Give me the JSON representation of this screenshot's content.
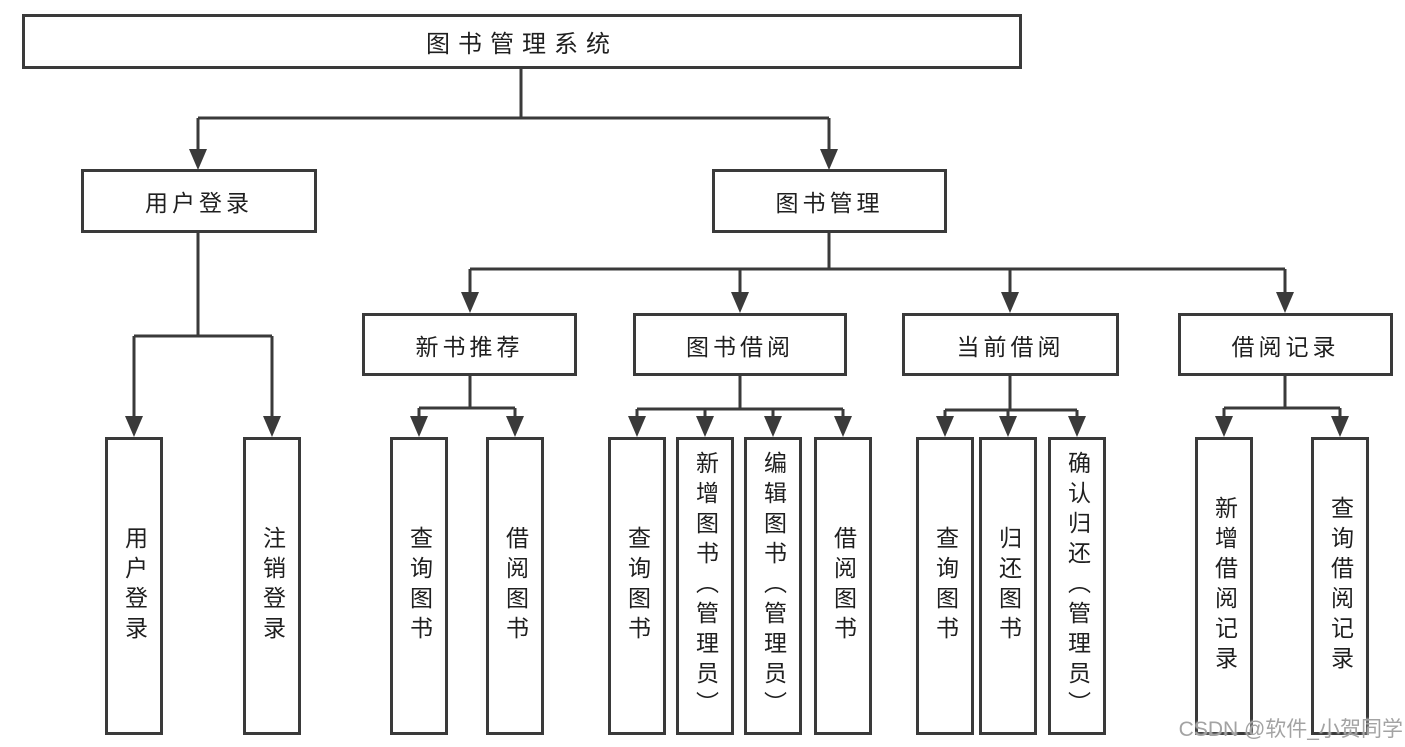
{
  "diagram": {
    "root": {
      "label": "图书管理系统"
    },
    "user_login": {
      "label": "用户登录",
      "children": {
        "login": {
          "label": "用户登录"
        },
        "logout": {
          "label": "注销登录"
        }
      }
    },
    "book_mgmt": {
      "label": "图书管理",
      "children": {
        "new_book_rec": {
          "label": "新书推荐",
          "children": {
            "query_books": {
              "label": "查询图书"
            },
            "borrow_books": {
              "label": "借阅图书"
            }
          }
        },
        "book_borrow": {
          "label": "图书借阅",
          "children": {
            "query_books": {
              "label": "查询图书"
            },
            "add_books": {
              "label": "新增图书（管理员）"
            },
            "edit_books": {
              "label": "编辑图书（管理员）"
            },
            "borrow_books": {
              "label": "借阅图书"
            }
          }
        },
        "current_borrow": {
          "label": "当前借阅",
          "children": {
            "query_books": {
              "label": "查询图书"
            },
            "return_books": {
              "label": "归还图书"
            },
            "confirm_return": {
              "label": "确认归还（管理员）"
            }
          }
        },
        "borrow_records": {
          "label": "借阅记录",
          "children": {
            "add_record": {
              "label": "新增借阅记录"
            },
            "query_record": {
              "label": "查询借阅记录"
            }
          }
        }
      }
    }
  },
  "watermark": {
    "label": "CSDN @软件_小贺同学"
  },
  "colors": {
    "line": "#3a3a3a",
    "box_border": "#3a3a3a",
    "text": "#1f1f1f",
    "watermark": "#a3a3a3",
    "background": "#ffffff"
  }
}
